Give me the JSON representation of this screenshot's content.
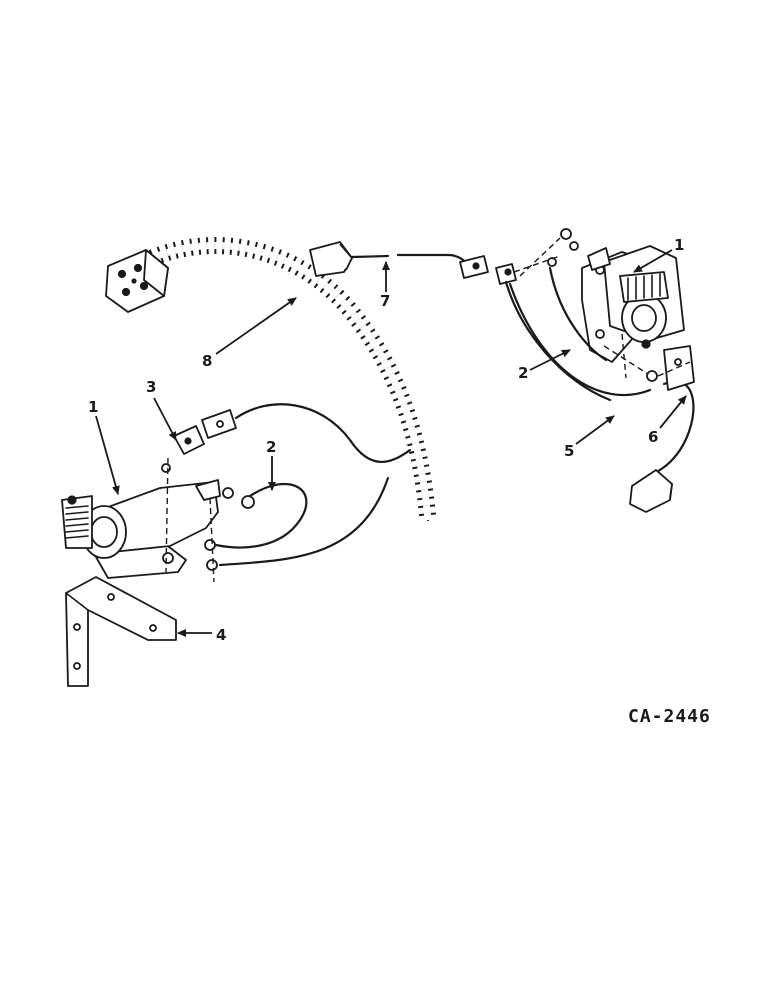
{
  "drawing_ref": "CA-2446",
  "callouts": {
    "c1_left": "1",
    "c1_right": "1",
    "c2_left": "2",
    "c2_right": "2",
    "c3": "3",
    "c4": "4",
    "c5": "5",
    "c6": "6",
    "c7": "7",
    "c8": "8"
  }
}
